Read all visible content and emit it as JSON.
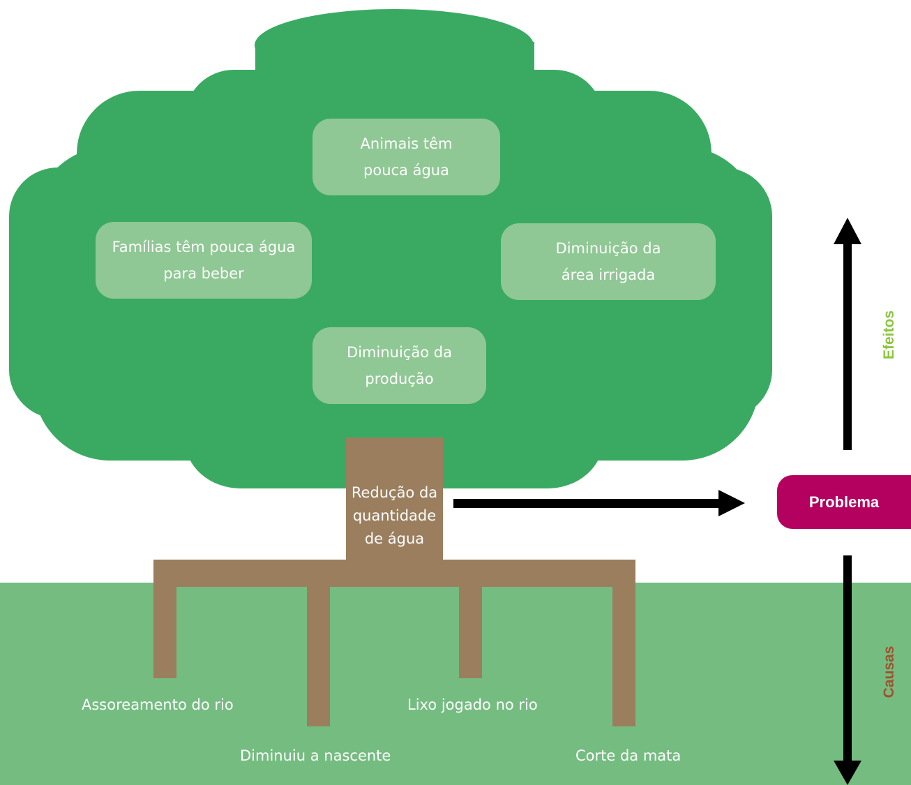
{
  "effects": {
    "animals": "Animais têm\npouca água",
    "families": "Famílias têm pouca água\npara beber",
    "irrigated": "Diminuição da\nárea irrigada",
    "production": "Diminuição da\nprodução"
  },
  "problem": {
    "text": "Redução da\nquantidade\nde água",
    "pill_label": "Problema"
  },
  "causes": {
    "silting": "Assoreamento do rio",
    "spring": "Diminuiu a nascente",
    "trash": "Lixo jogado no rio",
    "deforestation": "Corte da mata"
  },
  "axis_labels": {
    "effects": "Efeitos",
    "causes": "Causas"
  },
  "colors": {
    "crown": "#3aaa62",
    "effect_box": "#8fc894",
    "trunk": "#9a7e5e",
    "ground": "#75bc81",
    "problem_pill": "#b4005f",
    "effects_label": "#8cc63f",
    "causes_label": "#a0522d"
  }
}
